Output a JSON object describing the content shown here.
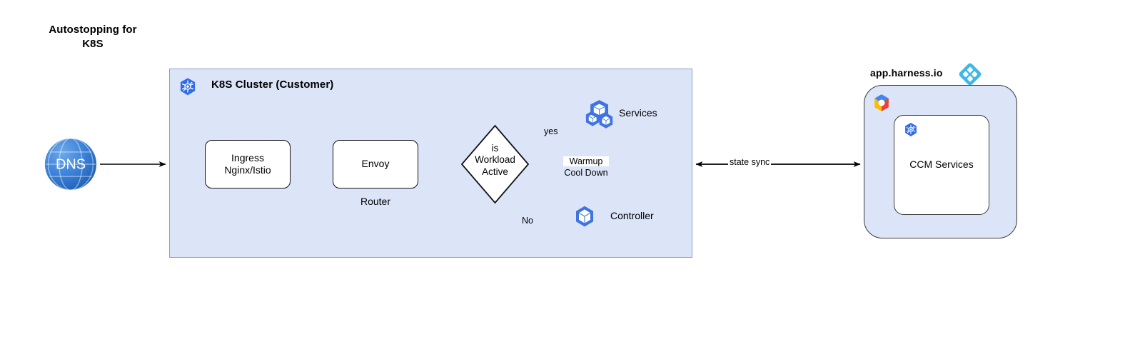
{
  "diagram": {
    "title": "Autostopping for\nK8S",
    "type": "architecture-flow-diagram"
  },
  "colors": {
    "panel_fill": "#dce4f8",
    "panel_border": "#3b3b3b",
    "box_fill": "#ffffff",
    "box_border": "#111111",
    "k8s_blue": "#326ce5",
    "harness_blue": "#3db7e4",
    "dns_blue": "#2f76c9",
    "edge": "#000000"
  },
  "cluster": {
    "title": "K8S Cluster (Customer)",
    "icon": "kubernetes-icon",
    "nodes": {
      "ingress": {
        "label": "Ingress\nNginx/Istio"
      },
      "envoy": {
        "label": "Envoy",
        "caption": "Router"
      },
      "decision": {
        "label": "is\nWorkload\nActive"
      },
      "services": {
        "label": "Services",
        "icon": "services-cubes-icon"
      },
      "controller": {
        "label": "Controller",
        "icon": "controller-cube-icon"
      }
    },
    "edge_labels": {
      "yes": "yes",
      "no": "No",
      "warmup": "Warmup",
      "cooldown": "Cool Down"
    }
  },
  "external": {
    "dns": {
      "label": "DNS",
      "icon": "globe-icon"
    },
    "state_sync_label": "state sync",
    "harness": {
      "label": "app.harness.io",
      "logo": "harness-diamond-logo",
      "cloud_logo": "google-cloud-icon",
      "inner": {
        "label": "CCM Services",
        "icon": "kubernetes-icon"
      }
    }
  }
}
